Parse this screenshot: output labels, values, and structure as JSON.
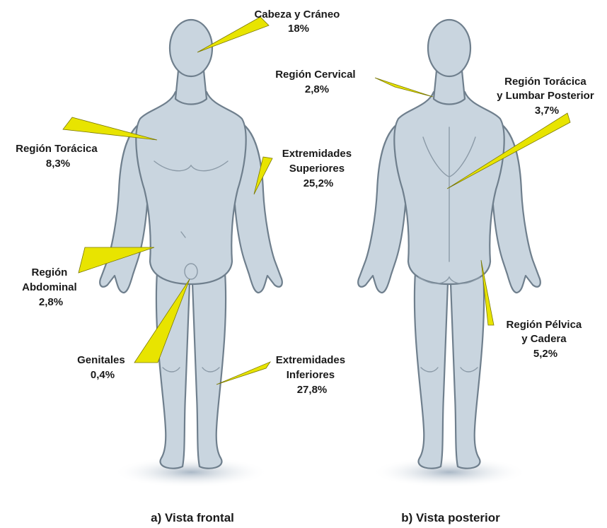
{
  "accent_color": "#e8e400",
  "body_color": "#c9d5df",
  "outline_color": "#6f7f8d",
  "front_view": {
    "caption": "a) Vista frontal",
    "labels": [
      {
        "id": "head",
        "lines": [
          "Cabeza y Cráneo",
          "18%"
        ]
      },
      {
        "id": "thoracic",
        "lines": [
          "Región Torácica",
          "8,3%"
        ]
      },
      {
        "id": "upper-limbs",
        "lines": [
          "Extremidades",
          "Superiores",
          "25,2%"
        ]
      },
      {
        "id": "abdominal",
        "lines": [
          "Región",
          "Abdominal",
          "2,8%"
        ]
      },
      {
        "id": "genitals",
        "lines": [
          "Genitales",
          "0,4%"
        ]
      },
      {
        "id": "lower-limbs",
        "lines": [
          "Extremidades",
          "Inferiores",
          "27,8%"
        ]
      }
    ]
  },
  "back_view": {
    "caption": "b) Vista posterior",
    "labels": [
      {
        "id": "cervical",
        "lines": [
          "Región Cervical",
          "2,8%"
        ]
      },
      {
        "id": "thoracic-lumbar",
        "lines": [
          "Región Torácica",
          "y Lumbar Posterior",
          "3,7%"
        ]
      },
      {
        "id": "pelvic",
        "lines": [
          "Región Pélvica",
          "y Cadera",
          "5,2%"
        ]
      }
    ]
  }
}
